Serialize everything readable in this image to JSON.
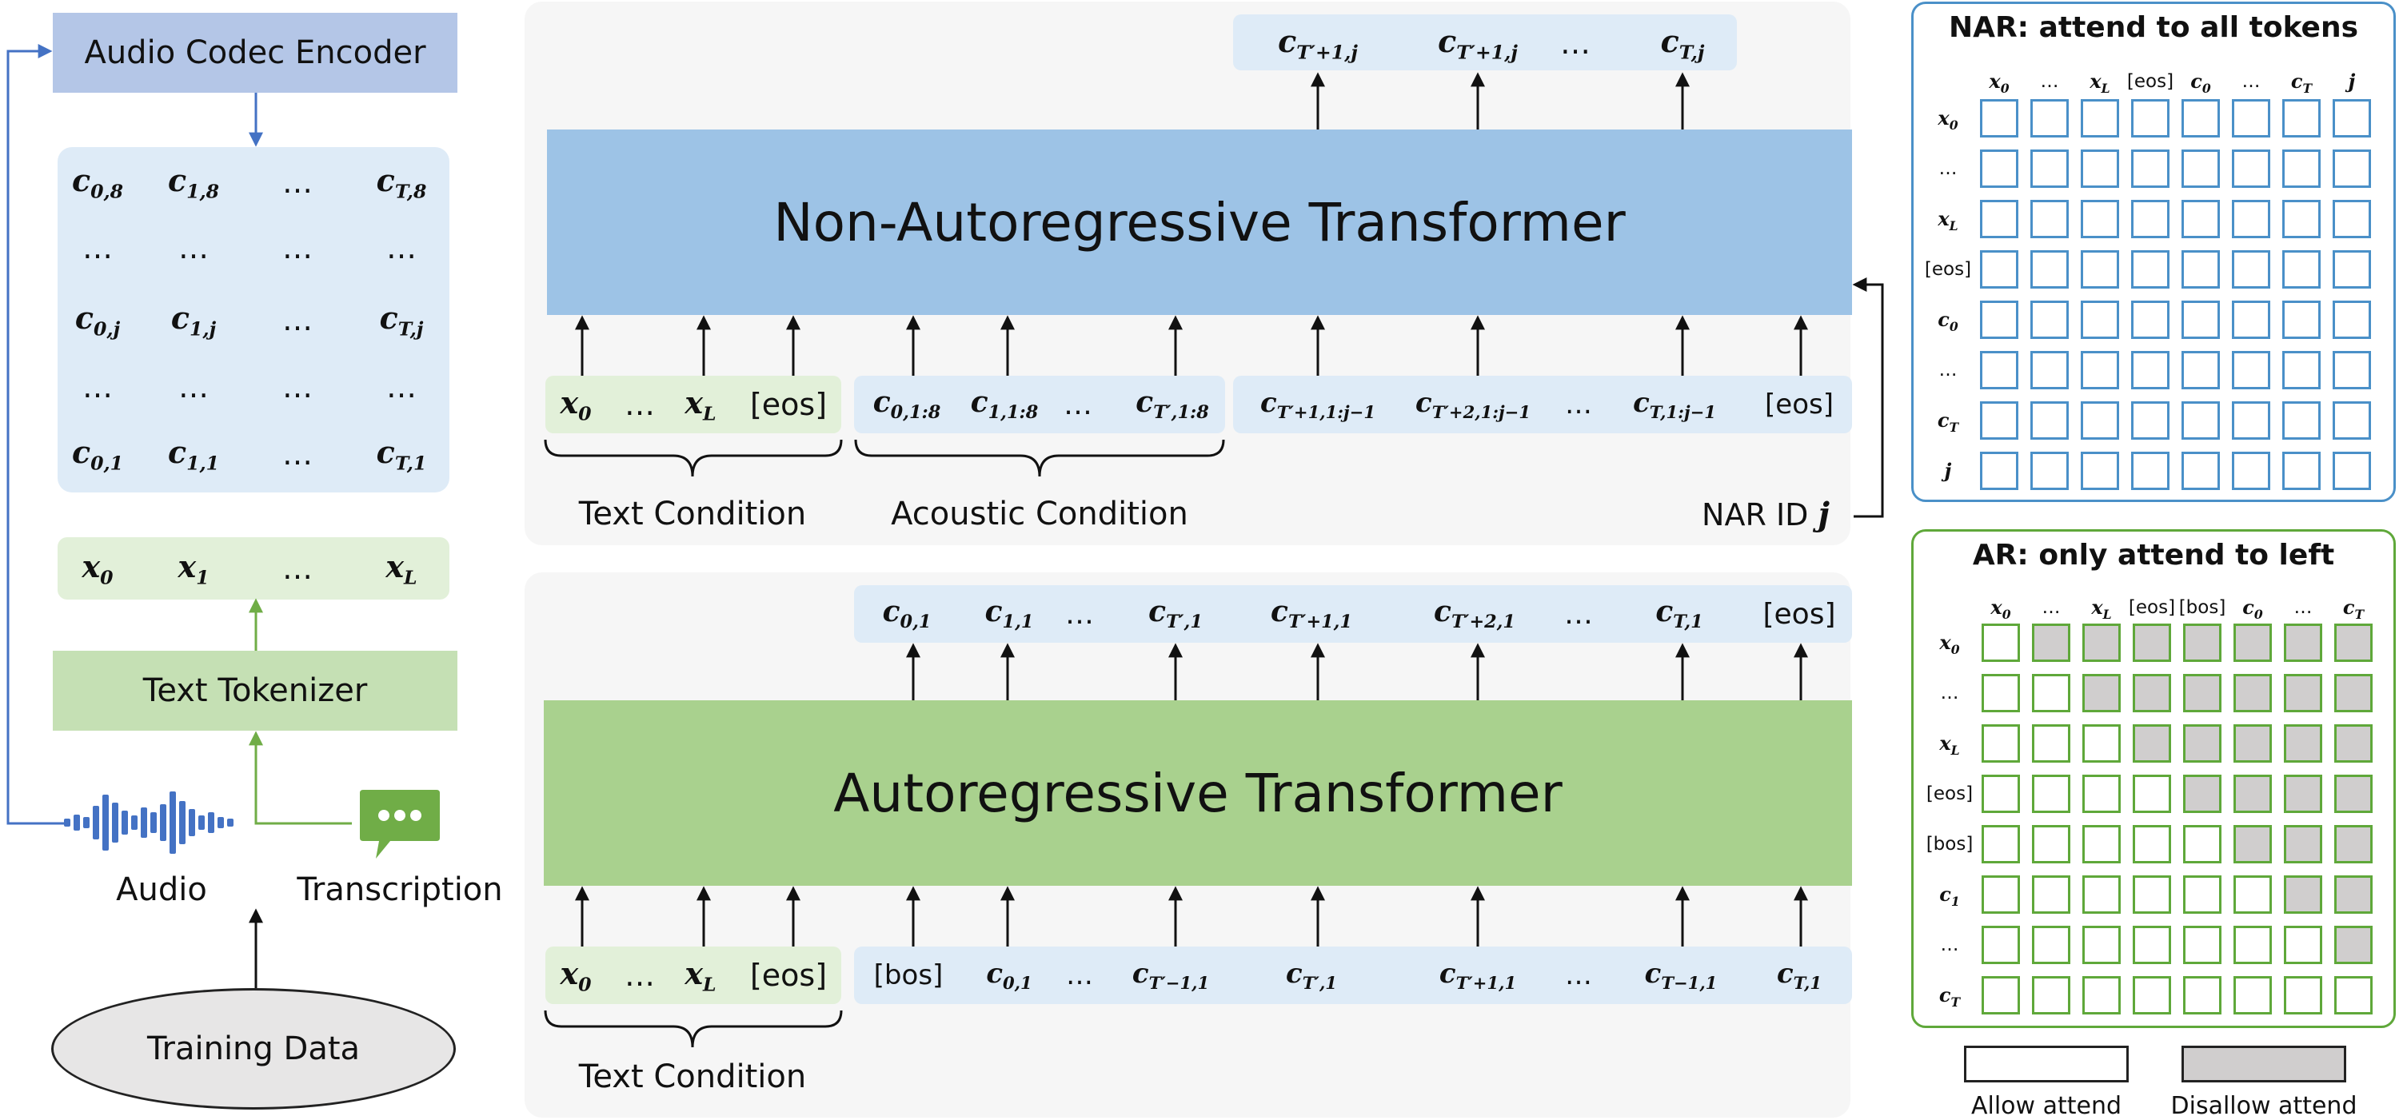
{
  "encoder_label": "Audio Codec Encoder",
  "text_tokenizer_label": "Text Tokenizer",
  "audio_label": "Audio",
  "transcription_label": "Transcription",
  "training_data_label": "Training Data",
  "nar_title": "Non-Autoregressive Transformer",
  "ar_title": "Autoregressive Transformer",
  "text_condition_label": "Text Condition",
  "acoustic_condition_label": "Acoustic Condition",
  "nar_id_label": "NAR ID",
  "nar_matrix_title": "NAR: attend to all tokens",
  "ar_matrix_title": "AR: only attend to left",
  "legend_allow": "Allow attend",
  "legend_disallow": "Disallow attend",
  "colors": {
    "blue_box": "#b4c6e7",
    "blue_light": "#deebf7",
    "nar_bar": "#9dc3e6",
    "green_box": "#c5e0b4",
    "green_light": "#e2f0d9",
    "ar_bar": "#a9d18e",
    "nar_grid": "#4a90c8",
    "ar_grid": "#5fa83a",
    "disallow_fill": "#d0cece"
  },
  "icons": [
    "waveform-icon",
    "chat-bubble-icon"
  ],
  "codec_grid": {
    "rows": [
      [
        "c0,8",
        "c1,8",
        "…",
        "cT,8"
      ],
      [
        "…",
        "…",
        "…",
        "…"
      ],
      [
        "c0,j",
        "c1,j",
        "…",
        "cT,j"
      ],
      [
        "…",
        "…",
        "…",
        "…"
      ],
      [
        "c0,1",
        "c1,1",
        "…",
        "cT,1"
      ]
    ]
  },
  "text_tokens": [
    "x0",
    "x1",
    "…",
    "xL"
  ],
  "nar_outputs": [
    "cT′+1,j",
    "cT′+1,j",
    "…",
    "cT,j"
  ],
  "nar_text_inputs": [
    "x0",
    "…",
    "xL",
    "[eos]"
  ],
  "nar_acoustic_inputs": [
    "c0,1:8",
    "c1,1:8",
    "…",
    "cT′,1:8"
  ],
  "nar_target_inputs": [
    "cT′+1,1:j−1",
    "cT′+2,1:j−1",
    "…",
    "cT,1:j−1",
    "[eos]"
  ],
  "ar_outputs": [
    "c0,1",
    "c1,1",
    "…",
    "cT′,1",
    "cT′+1,1",
    "cT′+2,1",
    "…",
    "cT,1",
    "[eos]"
  ],
  "ar_text_inputs": [
    "x0",
    "…",
    "xL",
    "[eos]"
  ],
  "ar_audio_inputs": [
    "[bos]",
    "c0,1",
    "…",
    "cT′−1,1",
    "cT′,1",
    "cT′+1,1",
    "…",
    "cT−1,1",
    "cT,1"
  ],
  "nar_matrix": {
    "labels": [
      "x0",
      "…",
      "xL",
      "[eos]",
      "c0",
      "…",
      "cT",
      "j"
    ],
    "mask": [
      [
        0,
        0,
        0,
        0,
        0,
        0,
        0,
        0
      ],
      [
        0,
        0,
        0,
        0,
        0,
        0,
        0,
        0
      ],
      [
        0,
        0,
        0,
        0,
        0,
        0,
        0,
        0
      ],
      [
        0,
        0,
        0,
        0,
        0,
        0,
        0,
        0
      ],
      [
        0,
        0,
        0,
        0,
        0,
        0,
        0,
        0
      ],
      [
        0,
        0,
        0,
        0,
        0,
        0,
        0,
        0
      ],
      [
        0,
        0,
        0,
        0,
        0,
        0,
        0,
        0
      ],
      [
        0,
        0,
        0,
        0,
        0,
        0,
        0,
        0
      ]
    ]
  },
  "ar_matrix": {
    "col_labels": [
      "x0",
      "…",
      "xL",
      "[eos]",
      "[bos]",
      "c0",
      "…",
      "cT"
    ],
    "row_labels": [
      "x0",
      "…",
      "xL",
      "[eos]",
      "[bos]",
      "c1",
      "…",
      "cT"
    ],
    "mask": [
      [
        0,
        1,
        1,
        1,
        1,
        1,
        1,
        1
      ],
      [
        0,
        0,
        1,
        1,
        1,
        1,
        1,
        1
      ],
      [
        0,
        0,
        0,
        1,
        1,
        1,
        1,
        1
      ],
      [
        0,
        0,
        0,
        0,
        1,
        1,
        1,
        1
      ],
      [
        0,
        0,
        0,
        0,
        0,
        1,
        1,
        1
      ],
      [
        0,
        0,
        0,
        0,
        0,
        0,
        1,
        1
      ],
      [
        0,
        0,
        0,
        0,
        0,
        0,
        0,
        1
      ],
      [
        0,
        0,
        0,
        0,
        0,
        0,
        0,
        0
      ]
    ]
  }
}
